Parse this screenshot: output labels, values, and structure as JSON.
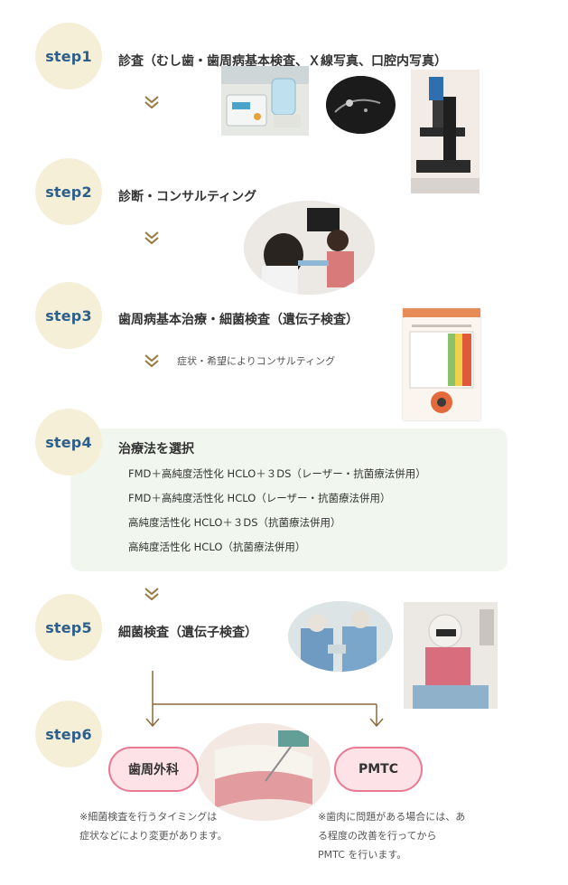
{
  "steps": [
    {
      "label": "step1",
      "title": "診査（むし歯・歯周病基本検査、Ｘ線写真、口腔内写真）"
    },
    {
      "label": "step2",
      "title": "診断・コンサルティング"
    },
    {
      "label": "step3",
      "title": "歯周病基本治療・細菌検査（遺伝子検査）"
    },
    {
      "label": "step4",
      "title": "治療法を選択"
    },
    {
      "label": "step5",
      "title": "細菌検査（遺伝子検査）"
    },
    {
      "label": "step6"
    }
  ],
  "step3_note": "症状・希望によりコンサルティング",
  "treatment_options": [
    "FMD＋高純度活性化 HCLO＋３DS（レーザー・抗菌療法併用）",
    "FMD＋高純度活性化 HCLO（レーザー・抗菌療法併用）",
    "高純度活性化 HCLO＋３DS（抗菌療法併用）",
    "高純度活性化 HCLO（抗菌療法併用）"
  ],
  "branches": {
    "left": {
      "label": "歯周外科",
      "note_lines": [
        "※細菌検査を行うタイミングは",
        "症状などにより変更があります。"
      ]
    },
    "right": {
      "label": "PMTC",
      "note_lines": [
        "※歯肉に問題がある場合には、あ",
        "る程度の改善を行ってから",
        "PMTC を行います。"
      ]
    }
  },
  "colors": {
    "badge_bg": "#f5efd8",
    "badge_text": "#2d5f8c",
    "chevron": "#9a7a40",
    "panel_bg": "#f1f7ee",
    "pill_bg": "#fde3e7",
    "pill_border": "#e97a94",
    "connector": "#8a6a3a"
  },
  "icons": [
    "double-chevron-down-icon"
  ]
}
